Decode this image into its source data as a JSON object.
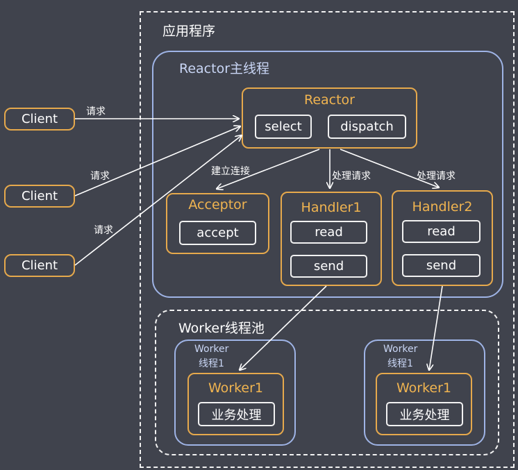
{
  "app": {
    "title": "应用程序"
  },
  "reactor_main": {
    "title": "Reactor主线程",
    "reactor": {
      "title": "Reactor",
      "select": "select",
      "dispatch": "dispatch"
    },
    "acceptor": {
      "title": "Acceptor",
      "accept": "accept"
    },
    "handler1": {
      "title": "Handler1",
      "read": "read",
      "send": "send"
    },
    "handler2": {
      "title": "Handler2",
      "read": "read",
      "send": "send"
    }
  },
  "clients": [
    {
      "label": "Client",
      "request": "请求"
    },
    {
      "label": "Client",
      "request": "请求"
    },
    {
      "label": "Client",
      "request": "请求"
    }
  ],
  "edge_labels": {
    "connect": "建立连接",
    "handle1": "处理请求",
    "handle2": "处理请求"
  },
  "worker_pool": {
    "title": "Worker线程池",
    "workers": [
      {
        "thread_line1": "Worker",
        "thread_line2": "线程1",
        "title": "Worker1",
        "task": "业务处理"
      },
      {
        "thread_line1": "Worker",
        "thread_line2": "线程1",
        "title": "Worker1",
        "task": "业务处理"
      }
    ]
  },
  "colors": {
    "background": "#40434d",
    "orange": "#e6a94c",
    "blue": "#9fb4e6",
    "white": "#f2f2f2"
  }
}
